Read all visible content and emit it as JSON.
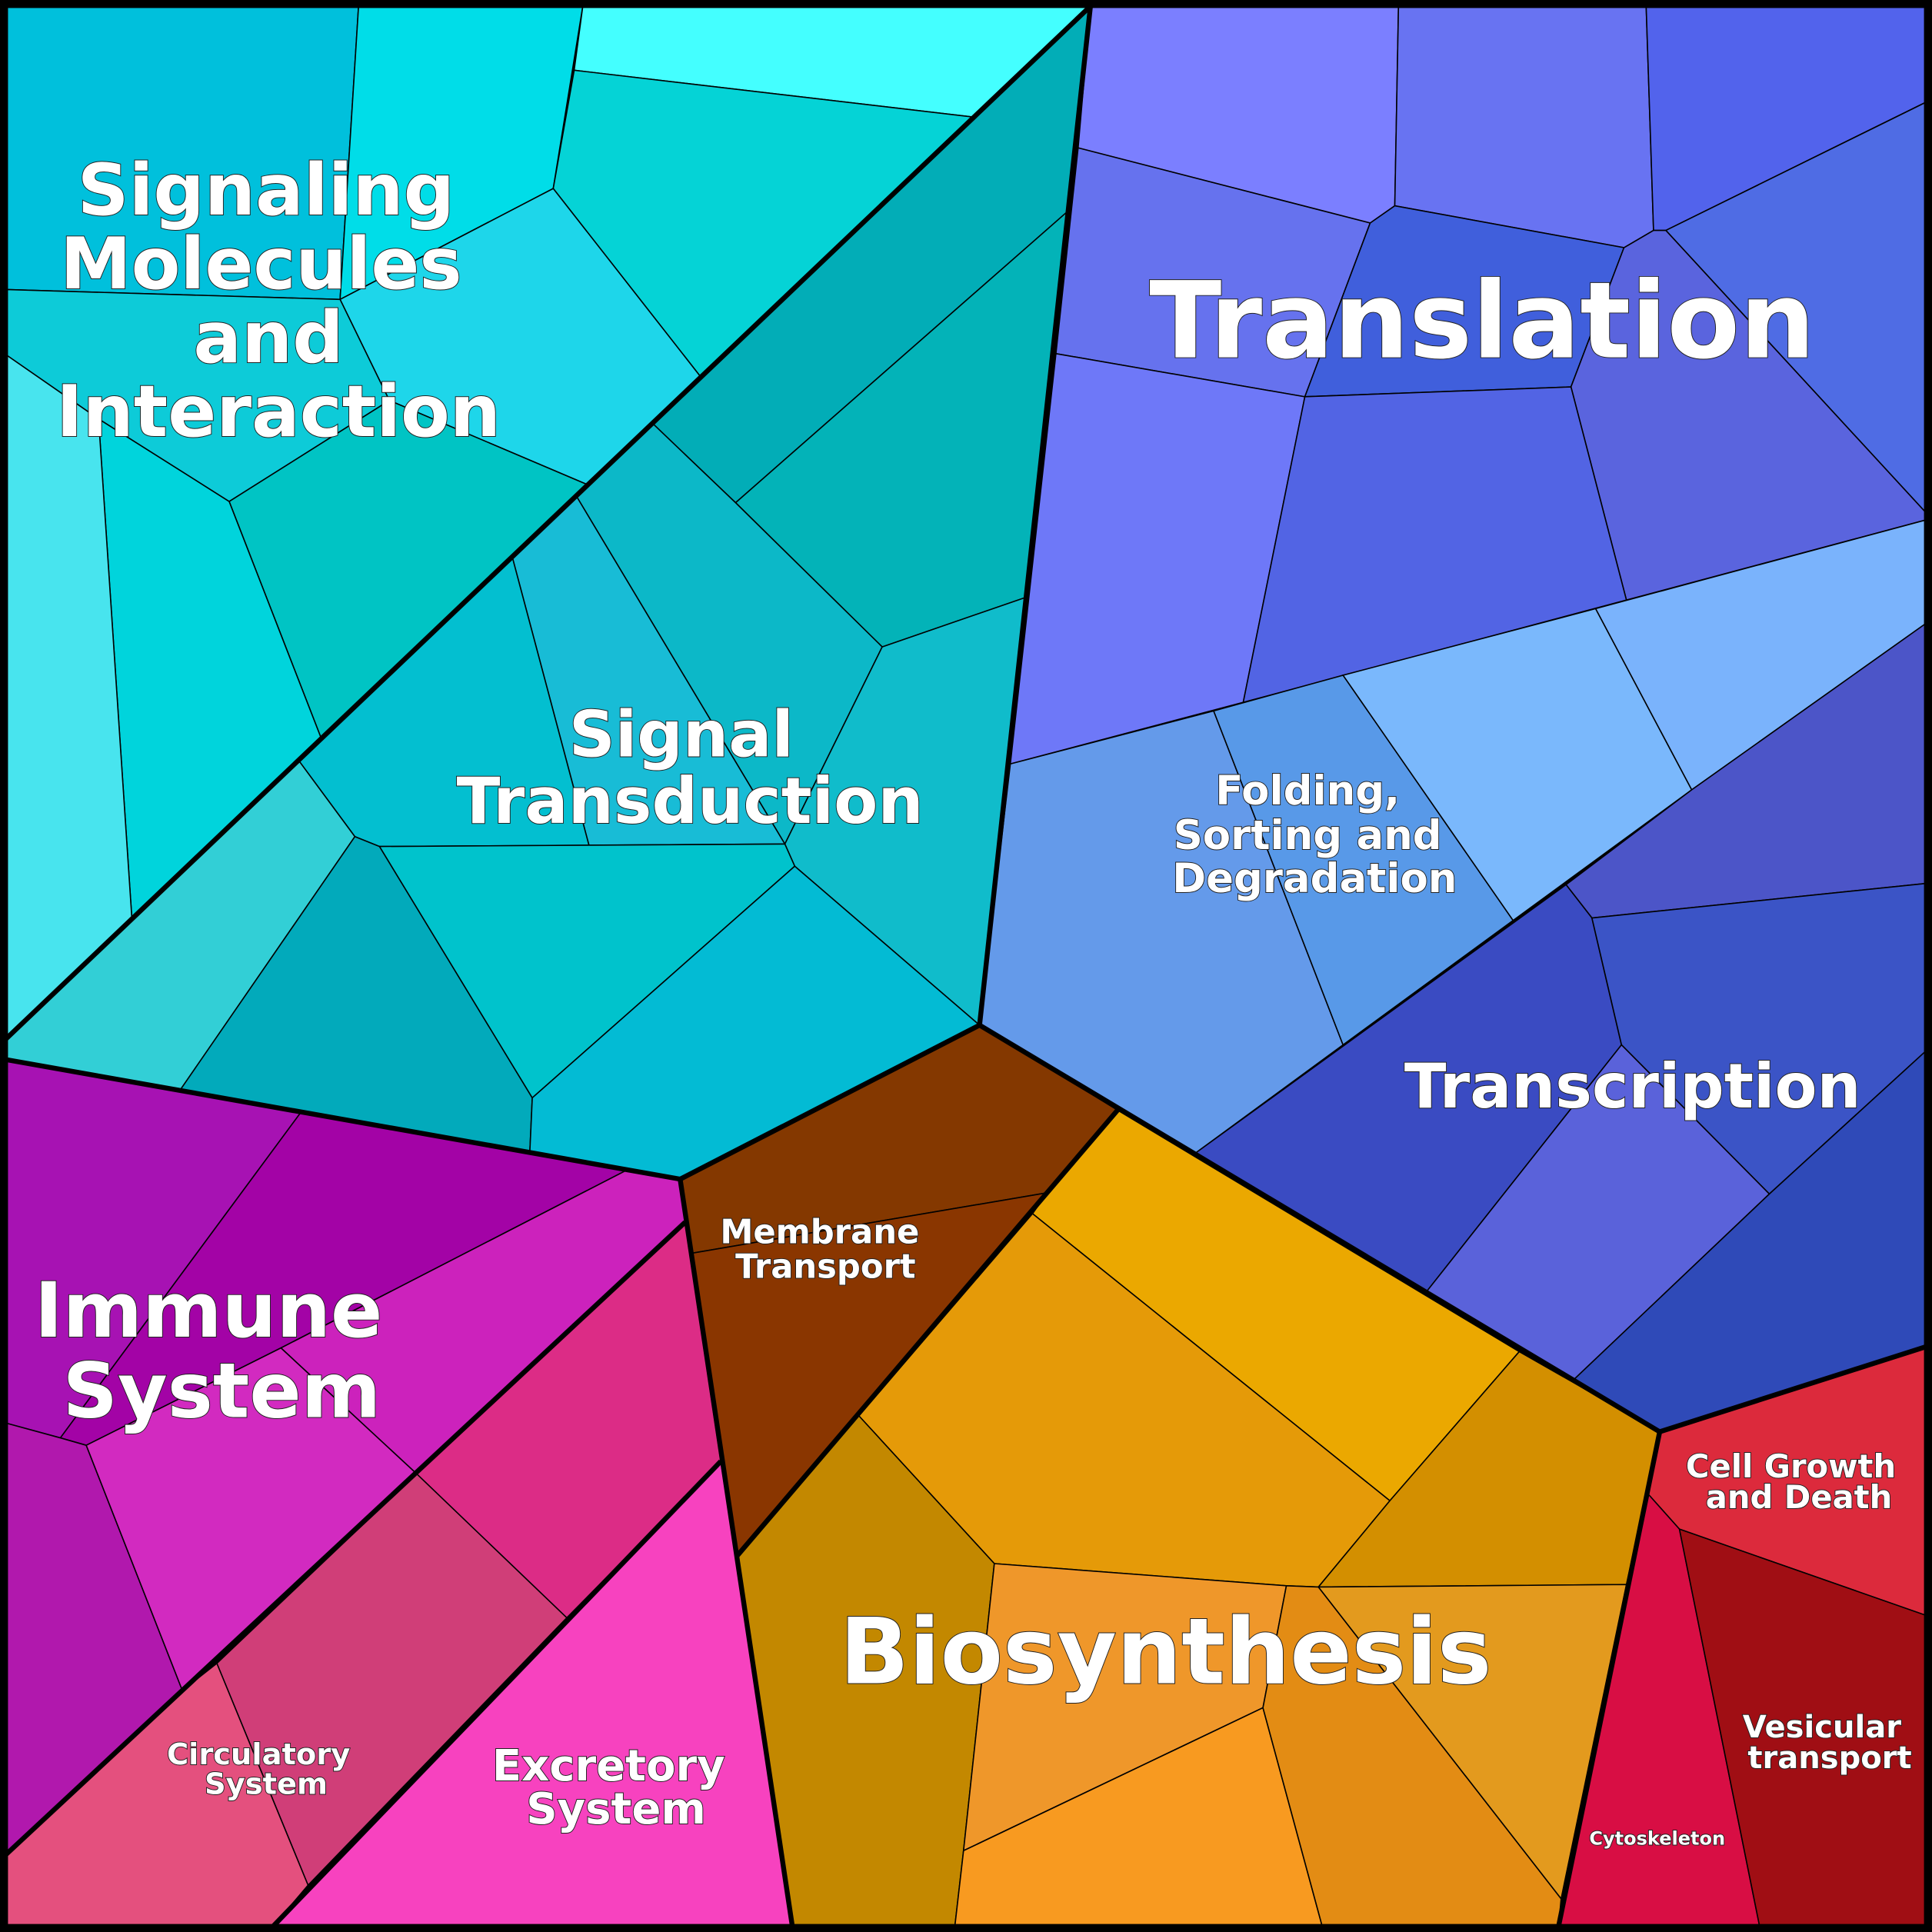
{
  "labels": {
    "signaling": [
      "Signaling",
      "Molecules",
      "and",
      "Interaction"
    ],
    "signal_transduction": [
      "Signal",
      "Transduction"
    ],
    "translation": [
      "Translation"
    ],
    "folding": [
      "Folding,",
      "Sorting and",
      "Degradation"
    ],
    "transcription": [
      "Transcription"
    ],
    "membrane_transport": [
      "Membrane",
      "Transport"
    ],
    "biosynthesis": [
      "Biosynthesis"
    ],
    "cell_growth": [
      "Cell Growth",
      "and Death"
    ],
    "vesicular": [
      "Vesicular",
      "transport"
    ],
    "cytoskeleton": [
      "Cytoskeleton"
    ],
    "immune": [
      "Immune",
      "System"
    ],
    "circulatory": [
      "Circulatory",
      "System"
    ],
    "excretory": [
      "Excretory",
      "System"
    ]
  }
}
